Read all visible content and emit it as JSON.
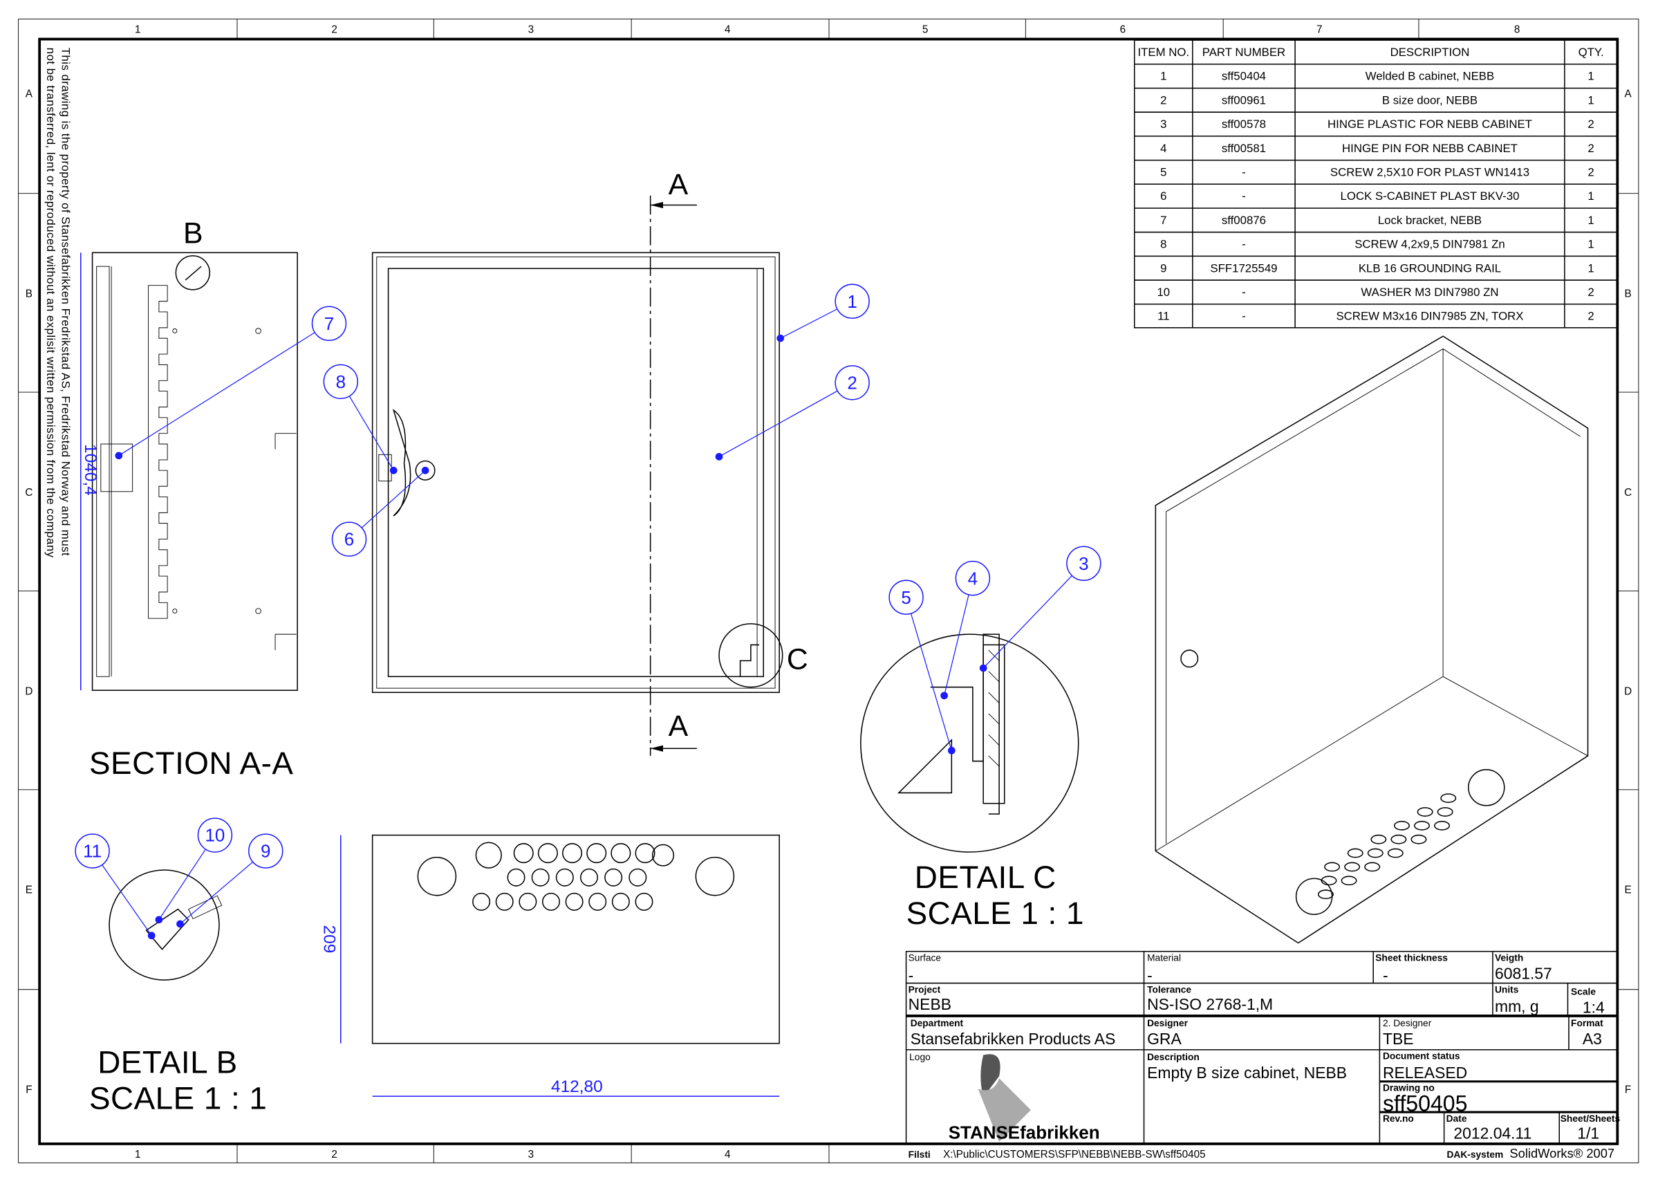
{
  "zones": {
    "columns": [
      "1",
      "2",
      "3",
      "4",
      "5",
      "6",
      "7",
      "8"
    ],
    "rows": [
      "A",
      "B",
      "C",
      "D",
      "E",
      "F"
    ]
  },
  "side_note": {
    "line1": "This drawing is the property of Stansefabrikken Fredrikstad AS, Fredrikstad Norway and must",
    "line2": "not be transferred, lent or reproduced without an explisit written permission from the company"
  },
  "bom": {
    "headers": [
      "ITEM NO.",
      "PART NUMBER",
      "DESCRIPTION",
      "QTY."
    ],
    "rows": [
      [
        "1",
        "sff50404",
        "Welded B cabinet, NEBB",
        "1"
      ],
      [
        "2",
        "sff00961",
        "B size door, NEBB",
        "1"
      ],
      [
        "3",
        "sff00578",
        "HINGE PLASTIC FOR NEBB CABINET",
        "2"
      ],
      [
        "4",
        "sff00581",
        "HINGE PIN FOR NEBB CABINET",
        "2"
      ],
      [
        "5",
        "-",
        "SCREW 2,5X10  FOR PLAST WN1413",
        "2"
      ],
      [
        "6",
        "-",
        "LOCK S-CABINET PLAST BKV-30",
        "1"
      ],
      [
        "7",
        "sff00876",
        "Lock bracket, NEBB",
        "1"
      ],
      [
        "8",
        "-",
        "SCREW 4,2x9,5 DIN7981 Zn",
        "1"
      ],
      [
        "9",
        "SFF1725549",
        "KLB 16 GROUNDING RAIL",
        "1"
      ],
      [
        "10",
        "-",
        "WASHER M3 DIN7980 ZN",
        "2"
      ],
      [
        "11",
        "-",
        "SCREW M3x16 DIN7985 ZN, TORX",
        "2"
      ]
    ]
  },
  "views": {
    "section_label": "SECTION A-A",
    "section_marker": "A",
    "detail_b_marker": "B",
    "detail_c_marker": "C",
    "detail_c_title": "DETAIL C",
    "detail_c_scale": "SCALE 1 : 1",
    "detail_b_title": "DETAIL B",
    "detail_b_scale": "SCALE 1 : 1",
    "dim_height": "1040,4",
    "dim_depth": "209",
    "dim_width": "412,80"
  },
  "balloons": [
    "1",
    "2",
    "3",
    "4",
    "5",
    "6",
    "7",
    "8",
    "9",
    "10",
    "11"
  ],
  "title_block": {
    "surface_label": "Surface",
    "surface": "-",
    "material_label": "Material",
    "material": "-",
    "sheet_thickness_label": "Sheet thickness",
    "sheet_thickness": "-",
    "weight_label": "Veigth",
    "weight": "6081.57",
    "project_label": "Project",
    "project": "NEBB",
    "tolerance_label": "Tolerance",
    "tolerance": "NS-ISO 2768-1,M",
    "units_label": "Units",
    "units": "mm, g",
    "scale_label": "Scale",
    "scale": "1:4",
    "department_label": "Department",
    "department": "Stansefabrikken Products AS",
    "designer_label": "Designer",
    "designer": "GRA",
    "designer2_label": "2. Designer",
    "designer2": "TBE",
    "format_label": "Format",
    "format": "A3",
    "logo_label": "Logo",
    "logo_text": "STANSEfabrikken",
    "description_label": "Description",
    "description": "Empty B size cabinet, NEBB",
    "status_label": "Document status",
    "status": "RELEASED",
    "drawing_no_label": "Drawing no",
    "drawing_no": "sff50405",
    "revno_label": "Rev.no",
    "date_label": "Date",
    "date": "2012.04.11",
    "sheet_label": "Sheet/Sheets",
    "sheet": "1/1",
    "file_label": "Filsti",
    "file_path": "X:\\Public\\CUSTOMERS\\SFP\\NEBB\\NEBB-SW\\sff50405",
    "cad_label": "DAK-system",
    "cad": "SolidWorks® 2007"
  }
}
